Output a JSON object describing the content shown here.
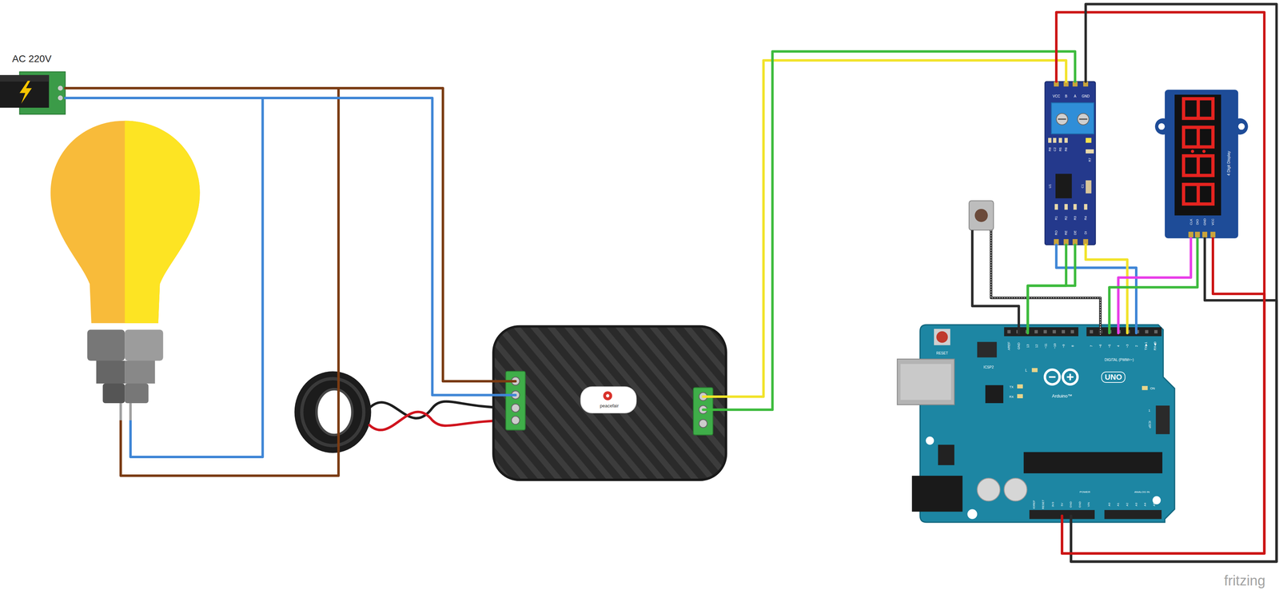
{
  "diagram": {
    "nodes": [
      {
        "text": [
          "AC 220V"
        ]
      },
      {
        "text": [
          "peacefair"
        ]
      },
      {
        "text": [
          "VCC",
          "B",
          "A",
          "GND",
          "R8",
          "C2",
          "R5",
          "R6",
          "R7",
          "U1",
          "C1",
          "R1",
          "R2",
          "R3",
          "R4",
          "RO",
          "RE",
          "DE",
          "DI"
        ]
      },
      {
        "text": [
          "4 Digit Display",
          "CLK",
          "DIO",
          "GND",
          "VCC"
        ]
      },
      {
        "text": [
          "RESET",
          "ICSP2",
          "AREF",
          "GND",
          "13",
          "12",
          "~11",
          "~10",
          "~9",
          "8",
          "7",
          "~6",
          "~5",
          "4",
          "~3",
          "2",
          "TX▶1",
          "RX◀0",
          "DIGITAL (PWM=~)",
          "L",
          "TX",
          "RX",
          "UNO",
          "Arduino™",
          "ON",
          "1",
          "ICSP",
          "POWER",
          "ANALOG IN",
          "IOREF",
          "RESET",
          "3V3",
          "5V",
          "GND",
          "GND",
          "VIN",
          "A0",
          "A1",
          "A2",
          "A3",
          "A4",
          "A5"
        ]
      }
    ],
    "edges": [
      {
        "from": 0,
        "to": 1,
        "arrow": "none"
      },
      {
        "from": 0,
        "to": 1,
        "arrow": "none"
      },
      {
        "from": 1,
        "to": 2,
        "arrow": "none"
      },
      {
        "from": 1,
        "to": 2,
        "arrow": "none"
      },
      {
        "from": 2,
        "to": 4,
        "arrow": "none"
      },
      {
        "from": 2,
        "to": 4,
        "arrow": "none"
      },
      {
        "from": 2,
        "to": 4,
        "arrow": "none"
      },
      {
        "from": 2,
        "to": 4,
        "arrow": "none"
      },
      {
        "from": 2,
        "to": 4,
        "arrow": "none"
      },
      {
        "from": 2,
        "to": 4,
        "arrow": "none"
      },
      {
        "from": 3,
        "to": 4,
        "arrow": "none"
      },
      {
        "from": 3,
        "to": 4,
        "arrow": "none"
      },
      {
        "from": 3,
        "to": 4,
        "arrow": "none"
      },
      {
        "from": 3,
        "to": 4,
        "arrow": "none"
      }
    ],
    "labels": [
      "fritzing"
    ]
  }
}
